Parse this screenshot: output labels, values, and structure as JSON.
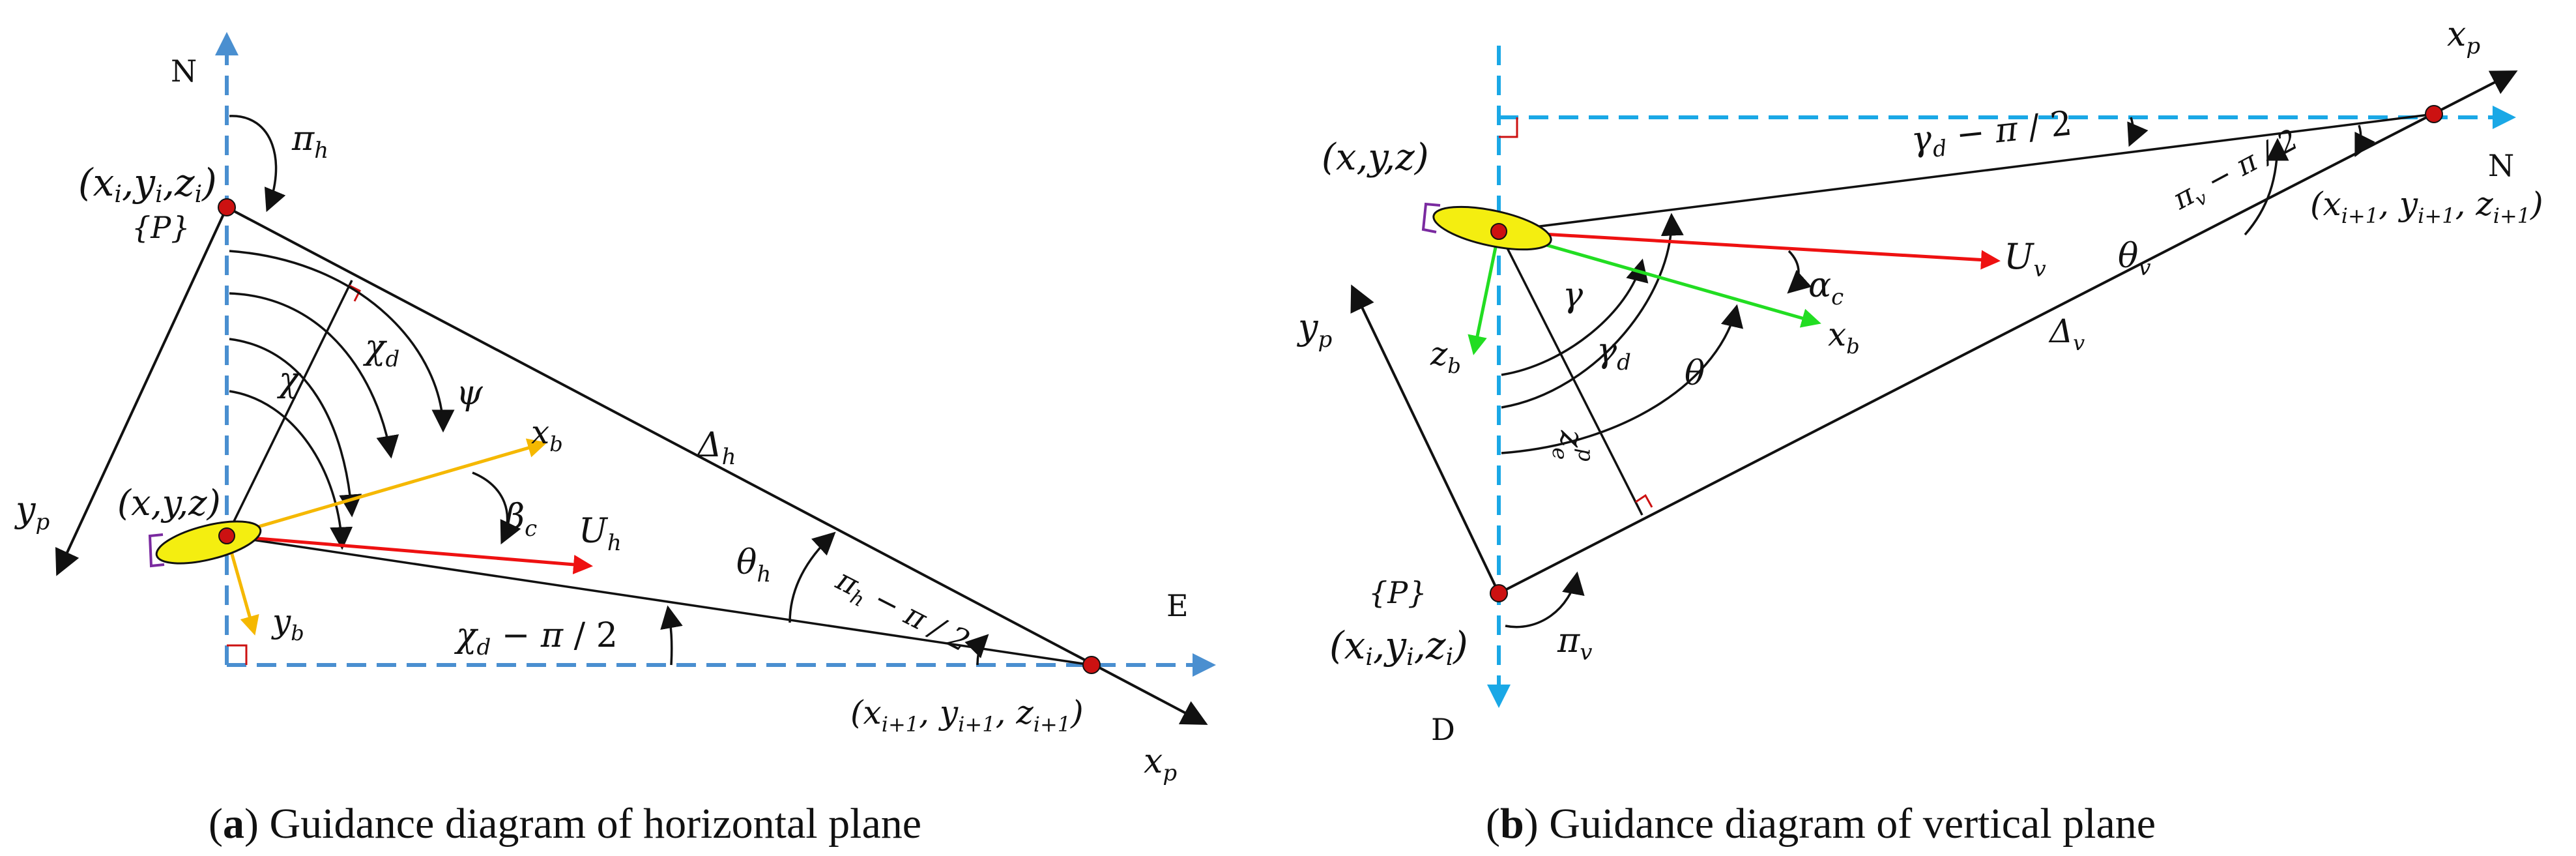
{
  "panel_a": {
    "caption_letter": "a",
    "caption_text": " Guidance diagram of horizontal plane",
    "axis_north": "N",
    "axis_east": "E",
    "wp_i": "(x",
    "wp_i_full": "(xi,yi,zi)",
    "frame_p": "{P}",
    "wp_next": "(xi+1, yi+1, zi+1)",
    "vehicle_pos": "(x,y,z)",
    "pi_h": "πh",
    "chi_d": "χd",
    "chi": "χ",
    "psi": "ψ",
    "delta_h": "Δh",
    "x_b": "xb",
    "y_b": "yb",
    "beta_c": "βc",
    "u_h": "Uh",
    "theta_h": "θh",
    "pi_h_minus": "πh − π / 2",
    "chi_d_minus": "χd − π / 2",
    "x_p": "xp",
    "y_p": "yp"
  },
  "panel_b": {
    "caption_letter": "b",
    "caption_text": " Guidance diagram of vertical plane",
    "axis_north": "N",
    "axis_down": "D",
    "vehicle_pos": "(x,y,z)",
    "wp_next": "(xi+1, yi+1, zi+1)",
    "gamma_d_minus": "γd − π / 2",
    "pi_v_minus": "πv − π / 2",
    "theta_v": "θv",
    "u_v": "Uv",
    "alpha_c": "αc",
    "x_b": "xb",
    "z_b": "zb",
    "gamma": "γ",
    "gamma_d": "γd",
    "theta": "θ",
    "delta_v": "Δv",
    "z_e": "zep",
    "frame_p": "{P}",
    "wp_i_full": "(xi,yi,zi)",
    "pi_v": "πv",
    "x_p": "xp",
    "y_p": "yp"
  },
  "colors": {
    "axis_blue_a": "#4a8fd0",
    "axis_blue_b": "#1aa8e6",
    "vector_red": "#ee1111",
    "vector_orange": "#f5b800",
    "vector_green": "#22dd22",
    "vehicle_yellow": "#f4ee10",
    "waypoint_red": "#cc1111",
    "tail_purple": "#7a2aa0"
  }
}
